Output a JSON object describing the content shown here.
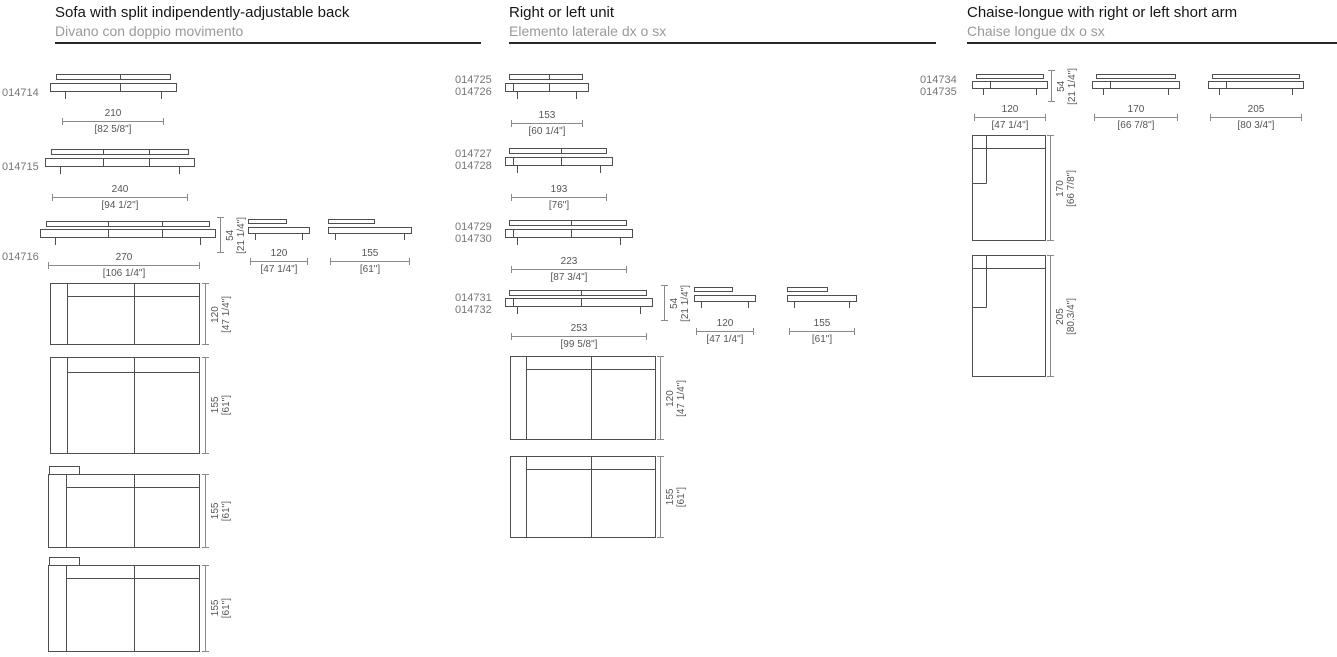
{
  "col1": {
    "title_en": "Sofa with split indipendently-adjustable back",
    "title_it": "Divano con doppio movimento",
    "items": {
      "r1": {
        "code": "014714",
        "w": "210",
        "w_in": "[82 5/8\"]"
      },
      "r2": {
        "code": "014715",
        "w": "240",
        "w_in": "[94 1/2\"]"
      },
      "r3": {
        "code": "014716",
        "w": "270",
        "w_in": "[106 1/4\"]"
      },
      "height": {
        "v": "54",
        "v_in": "[21 1/4\"]"
      },
      "side1": {
        "w": "120",
        "w_in": "[47 1/4\"]"
      },
      "side2": {
        "w": "155",
        "w_in": "[61\"]"
      },
      "plan1": {
        "d": "120",
        "d_in": "[47 1/4\"]"
      },
      "plan2": {
        "d": "155",
        "d_in": "[61\"]"
      },
      "plan3": {
        "d": "155",
        "d_in": "[61\"]"
      },
      "plan4": {
        "d": "155",
        "d_in": "[61\"]"
      }
    }
  },
  "col2": {
    "title_en": "Right or left unit",
    "title_it": "Elemento laterale dx o sx",
    "items": {
      "r1": {
        "code1": "014725",
        "code2": "014726",
        "w": "153",
        "w_in": "[60 1/4\"]"
      },
      "r2": {
        "code1": "014727",
        "code2": "014728",
        "w": "193",
        "w_in": "[76\"]"
      },
      "r3": {
        "code1": "014729",
        "code2": "014730",
        "w": "223",
        "w_in": "[87 3/4\"]"
      },
      "r4": {
        "code1": "014731",
        "code2": "014732",
        "w": "253",
        "w_in": "[99 5/8\"]"
      },
      "height": {
        "v": "54",
        "v_in": "[21 1/4\"]"
      },
      "side1": {
        "w": "120",
        "w_in": "[47 1/4\"]"
      },
      "side2": {
        "w": "155",
        "w_in": "[61\"]"
      },
      "plan1": {
        "d": "120",
        "d_in": "[47 1/4\"]"
      },
      "plan2": {
        "d": "155",
        "d_in": "[61\"]"
      }
    }
  },
  "col3": {
    "title_en": "Chaise-longue with right or left short arm",
    "title_it": "Chaise longue dx o sx",
    "items": {
      "codes": {
        "code1": "014734",
        "code2": "014735"
      },
      "height": {
        "v": "54",
        "v_in": "[21 1/4\"]"
      },
      "f1": {
        "w": "120",
        "w_in": "[47 1/4\"]"
      },
      "f2": {
        "w": "170",
        "w_in": "[66 7/8\"]"
      },
      "f3": {
        "w": "205",
        "w_in": "[80 3/4\"]"
      },
      "plan1": {
        "d": "170",
        "d_in": "[66 7/8\"]"
      },
      "plan2": {
        "d": "205",
        "d_in": "[80.3/4\"]"
      }
    }
  }
}
